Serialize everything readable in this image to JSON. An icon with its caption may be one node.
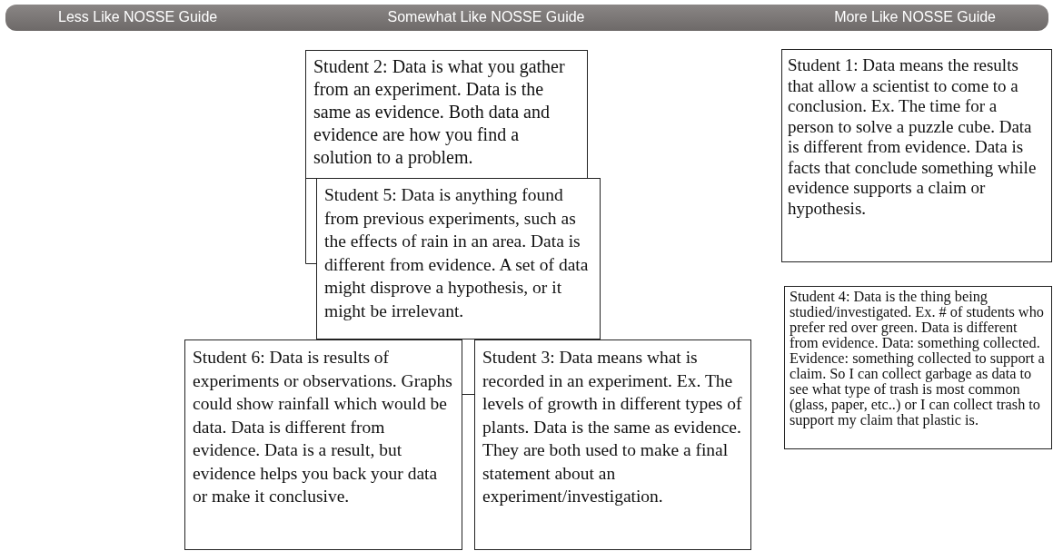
{
  "diagram": {
    "nodes": [
      {
        "text": [
          "Student 2: Data is what you gather from an experiment. Data is the same as evidence. Both data and evidence are how you find a solution to a problem."
        ]
      },
      {
        "text": [
          "Student 5: Data is anything found from previous experiments, such as the effects of rain in an area. Data is different from evidence. A set of data might disprove a hypothesis, or it might be irrelevant."
        ]
      },
      {
        "text": [
          "Student 1: Data means the results that allow a scientist to come to a conclusion. Ex. The time for a person to solve a puzzle cube. Data is different from evidence. Data is facts that conclude something while evidence supports a claim or hypothesis."
        ]
      },
      {
        "text": [
          "Student 4: Data is the thing being studied/investigated. Ex. # of students who prefer red over green. Data is different from evidence. Data: something collected. Evidence: something collected to support a claim. So I can collect garbage as data to see what type of trash is most common (glass, paper, etc..) or I can collect trash to support my claim that plastic is."
        ]
      },
      {
        "text": [
          "Student 6: Data is results of experiments or observations. Graphs could show rainfall which would be data. Data is different from evidence. Data is a result, but evidence helps you back your data or make it conclusive."
        ]
      },
      {
        "text": [
          "Student 3: Data means what is recorded in an experiment. Ex. The levels of growth in different types of plants. Data is the same as evidence. They are both used to make a final statement about an experiment/investigation."
        ]
      }
    ],
    "edges": [
      {
        "from": 4,
        "to": 5,
        "arrow": "none"
      }
    ],
    "labels": [
      "Less Like NOSSE Guide",
      "Somewhat Like NOSSE Guide",
      "More Like NOSSE Guide"
    ]
  }
}
